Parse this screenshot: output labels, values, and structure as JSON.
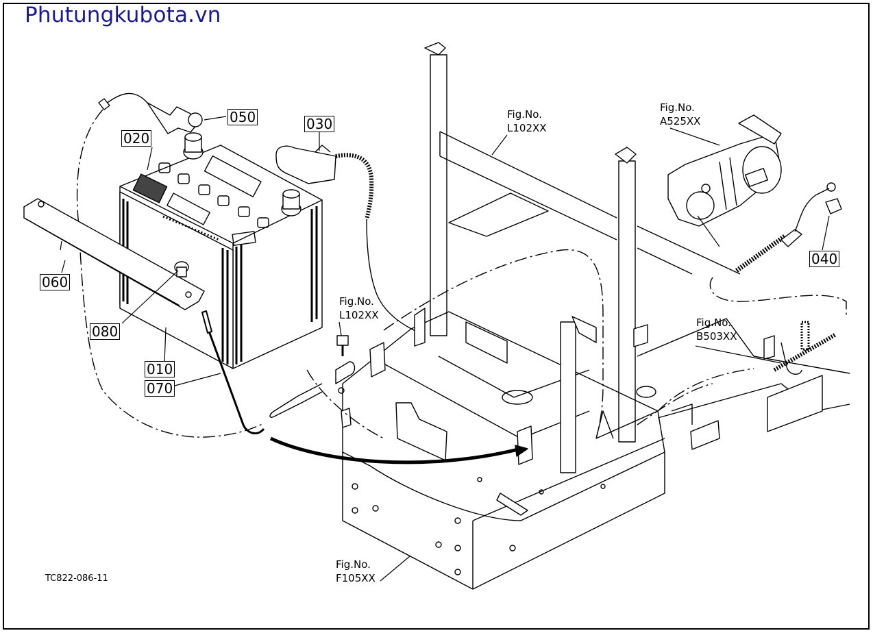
{
  "watermark": "Phutungkubota.vn",
  "drawing_code": "TC822-086-11",
  "parts": {
    "p010": "010",
    "p020": "020",
    "p030": "030",
    "p040": "040",
    "p050": "050",
    "p060": "060",
    "p070": "070",
    "p080": "080"
  },
  "figrefs": {
    "fig_label": "Fig.No.",
    "l102_top": "L102XX",
    "a525": "A525XX",
    "l102_mid": "L102XX",
    "b503": "B503XX",
    "f105": "F105XX"
  }
}
